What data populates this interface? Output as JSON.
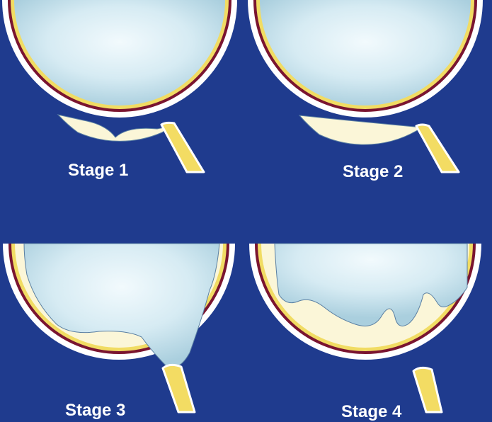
{
  "stages": [
    {
      "label": "Stage 1"
    },
    {
      "label": "Stage 2"
    },
    {
      "label": "Stage 3"
    },
    {
      "label": "Stage 4"
    }
  ],
  "colors": {
    "background": "#1f3b8e",
    "outer_rim": "#ffffff",
    "sclera_band": "#7a1530",
    "yellow_band": "#f1dc63",
    "fluid_fill": "#fbf6d8",
    "vitreous_center": "#f2fafd",
    "vitreous_edge": "#aacfde",
    "vitreous_outline": "#5a7fa2",
    "optic_nerve": "#f3dc63"
  }
}
